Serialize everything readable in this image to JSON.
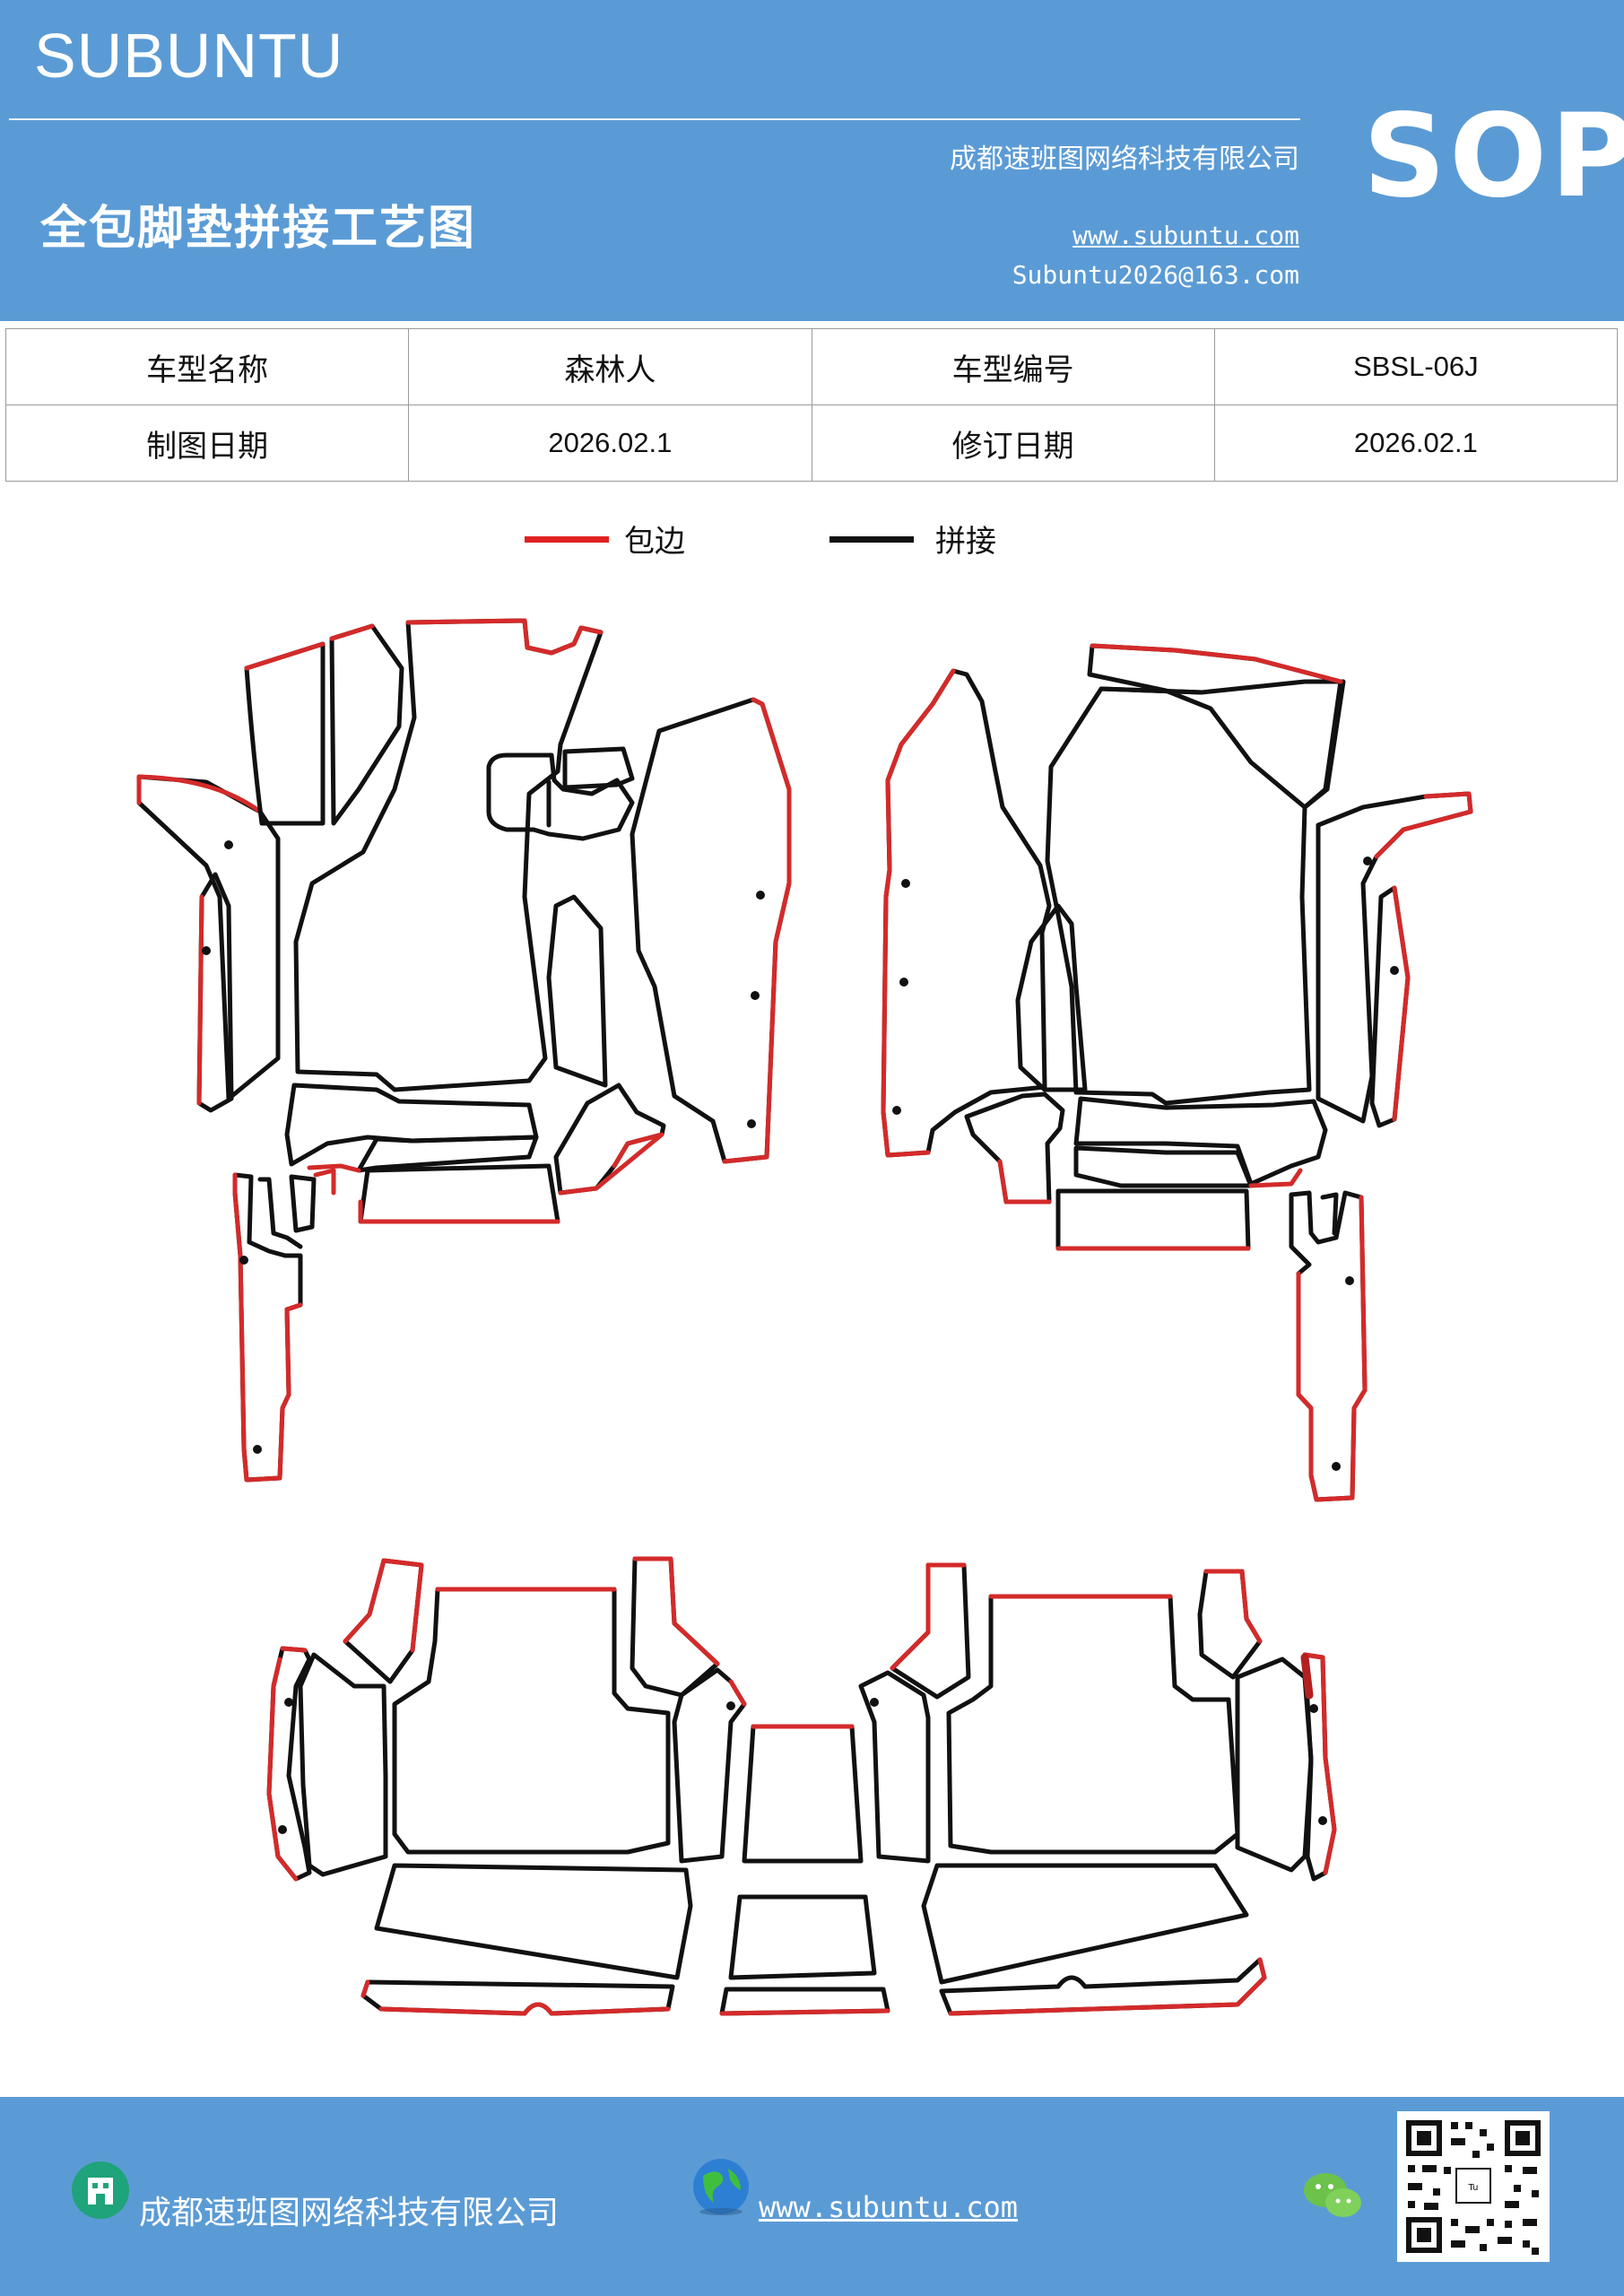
{
  "header": {
    "brand": "SUBUNTU",
    "title": "全包脚垫拼接工艺图",
    "company": "成都速班图网络科技有限公司",
    "website": "www.subuntu.com",
    "email": "Subuntu2026@163.com",
    "badge": "SOP"
  },
  "info_table": {
    "row1": {
      "label1": "车型名称",
      "value1": "森林人",
      "label2": "车型编号",
      "value2": "SBSL-06J"
    },
    "row2": {
      "label1": "制图日期",
      "value1": "2026.02.1",
      "label2": "修订日期",
      "value2": "2026.02.1"
    }
  },
  "legend": {
    "items": [
      {
        "label": "包边",
        "color": "#e02020"
      },
      {
        "label": "拼接",
        "color": "#111111"
      }
    ]
  },
  "footer": {
    "company": "成都速班图网络科技有限公司",
    "website": "www.subuntu.com",
    "icons": [
      "building-icon",
      "globe-icon",
      "wechat-icon",
      "qr-code"
    ]
  },
  "colors": {
    "header_bg": "#5b9bd5",
    "edge_red": "#d42a2a",
    "seam_black": "#111111"
  }
}
